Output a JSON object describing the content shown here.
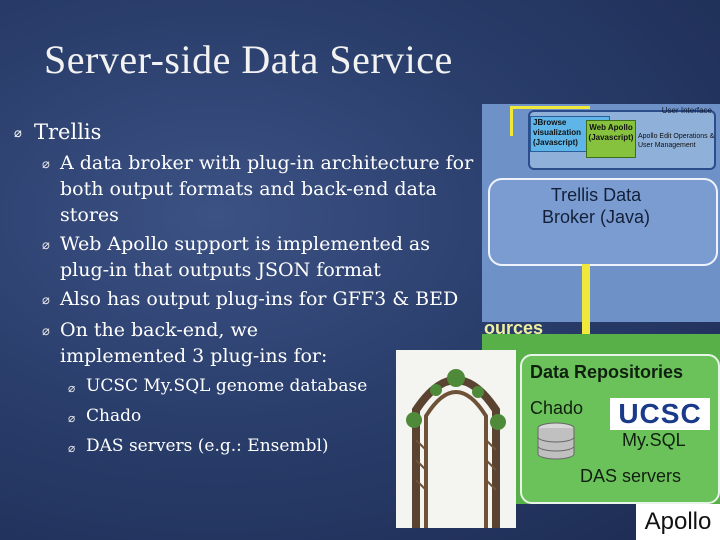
{
  "slide": {
    "title": "Server-side Data Service",
    "bullets": {
      "level1": "Trellis",
      "level2": [
        "A data broker with plug-in architecture for both output formats and back-end data stores",
        "Web Apollo support is implemented as plug-in that outputs JSON format",
        "Also has output plug-ins for GFF3 & BED",
        "On the back-end, we implemented 3 plug-ins for:"
      ],
      "level3": [
        "UCSC My.SQL genome database",
        "Chado",
        "DAS servers (e.g.: Ensembl)"
      ]
    }
  },
  "diagram": {
    "user_interface": "User Interface",
    "jbrowse": "JBrowse visualization (Javascript)",
    "web_apollo": "Web Apollo (Javascript)",
    "operations": "Apollo Edit Operations & User Management",
    "broker": "Trellis Data Broker (Java)",
    "sources": "ources",
    "repositories": "Data Repositories",
    "chado": "Chado",
    "ucsc": "UCSC",
    "mysql": "My.SQL",
    "das": "DAS servers"
  },
  "logo": {
    "text": "Apollo"
  },
  "colors": {
    "background": "#263a66",
    "diagram_blue": "#6e92c8",
    "diagram_green": "#57b048",
    "arrow_yellow": "#f0e83a"
  }
}
